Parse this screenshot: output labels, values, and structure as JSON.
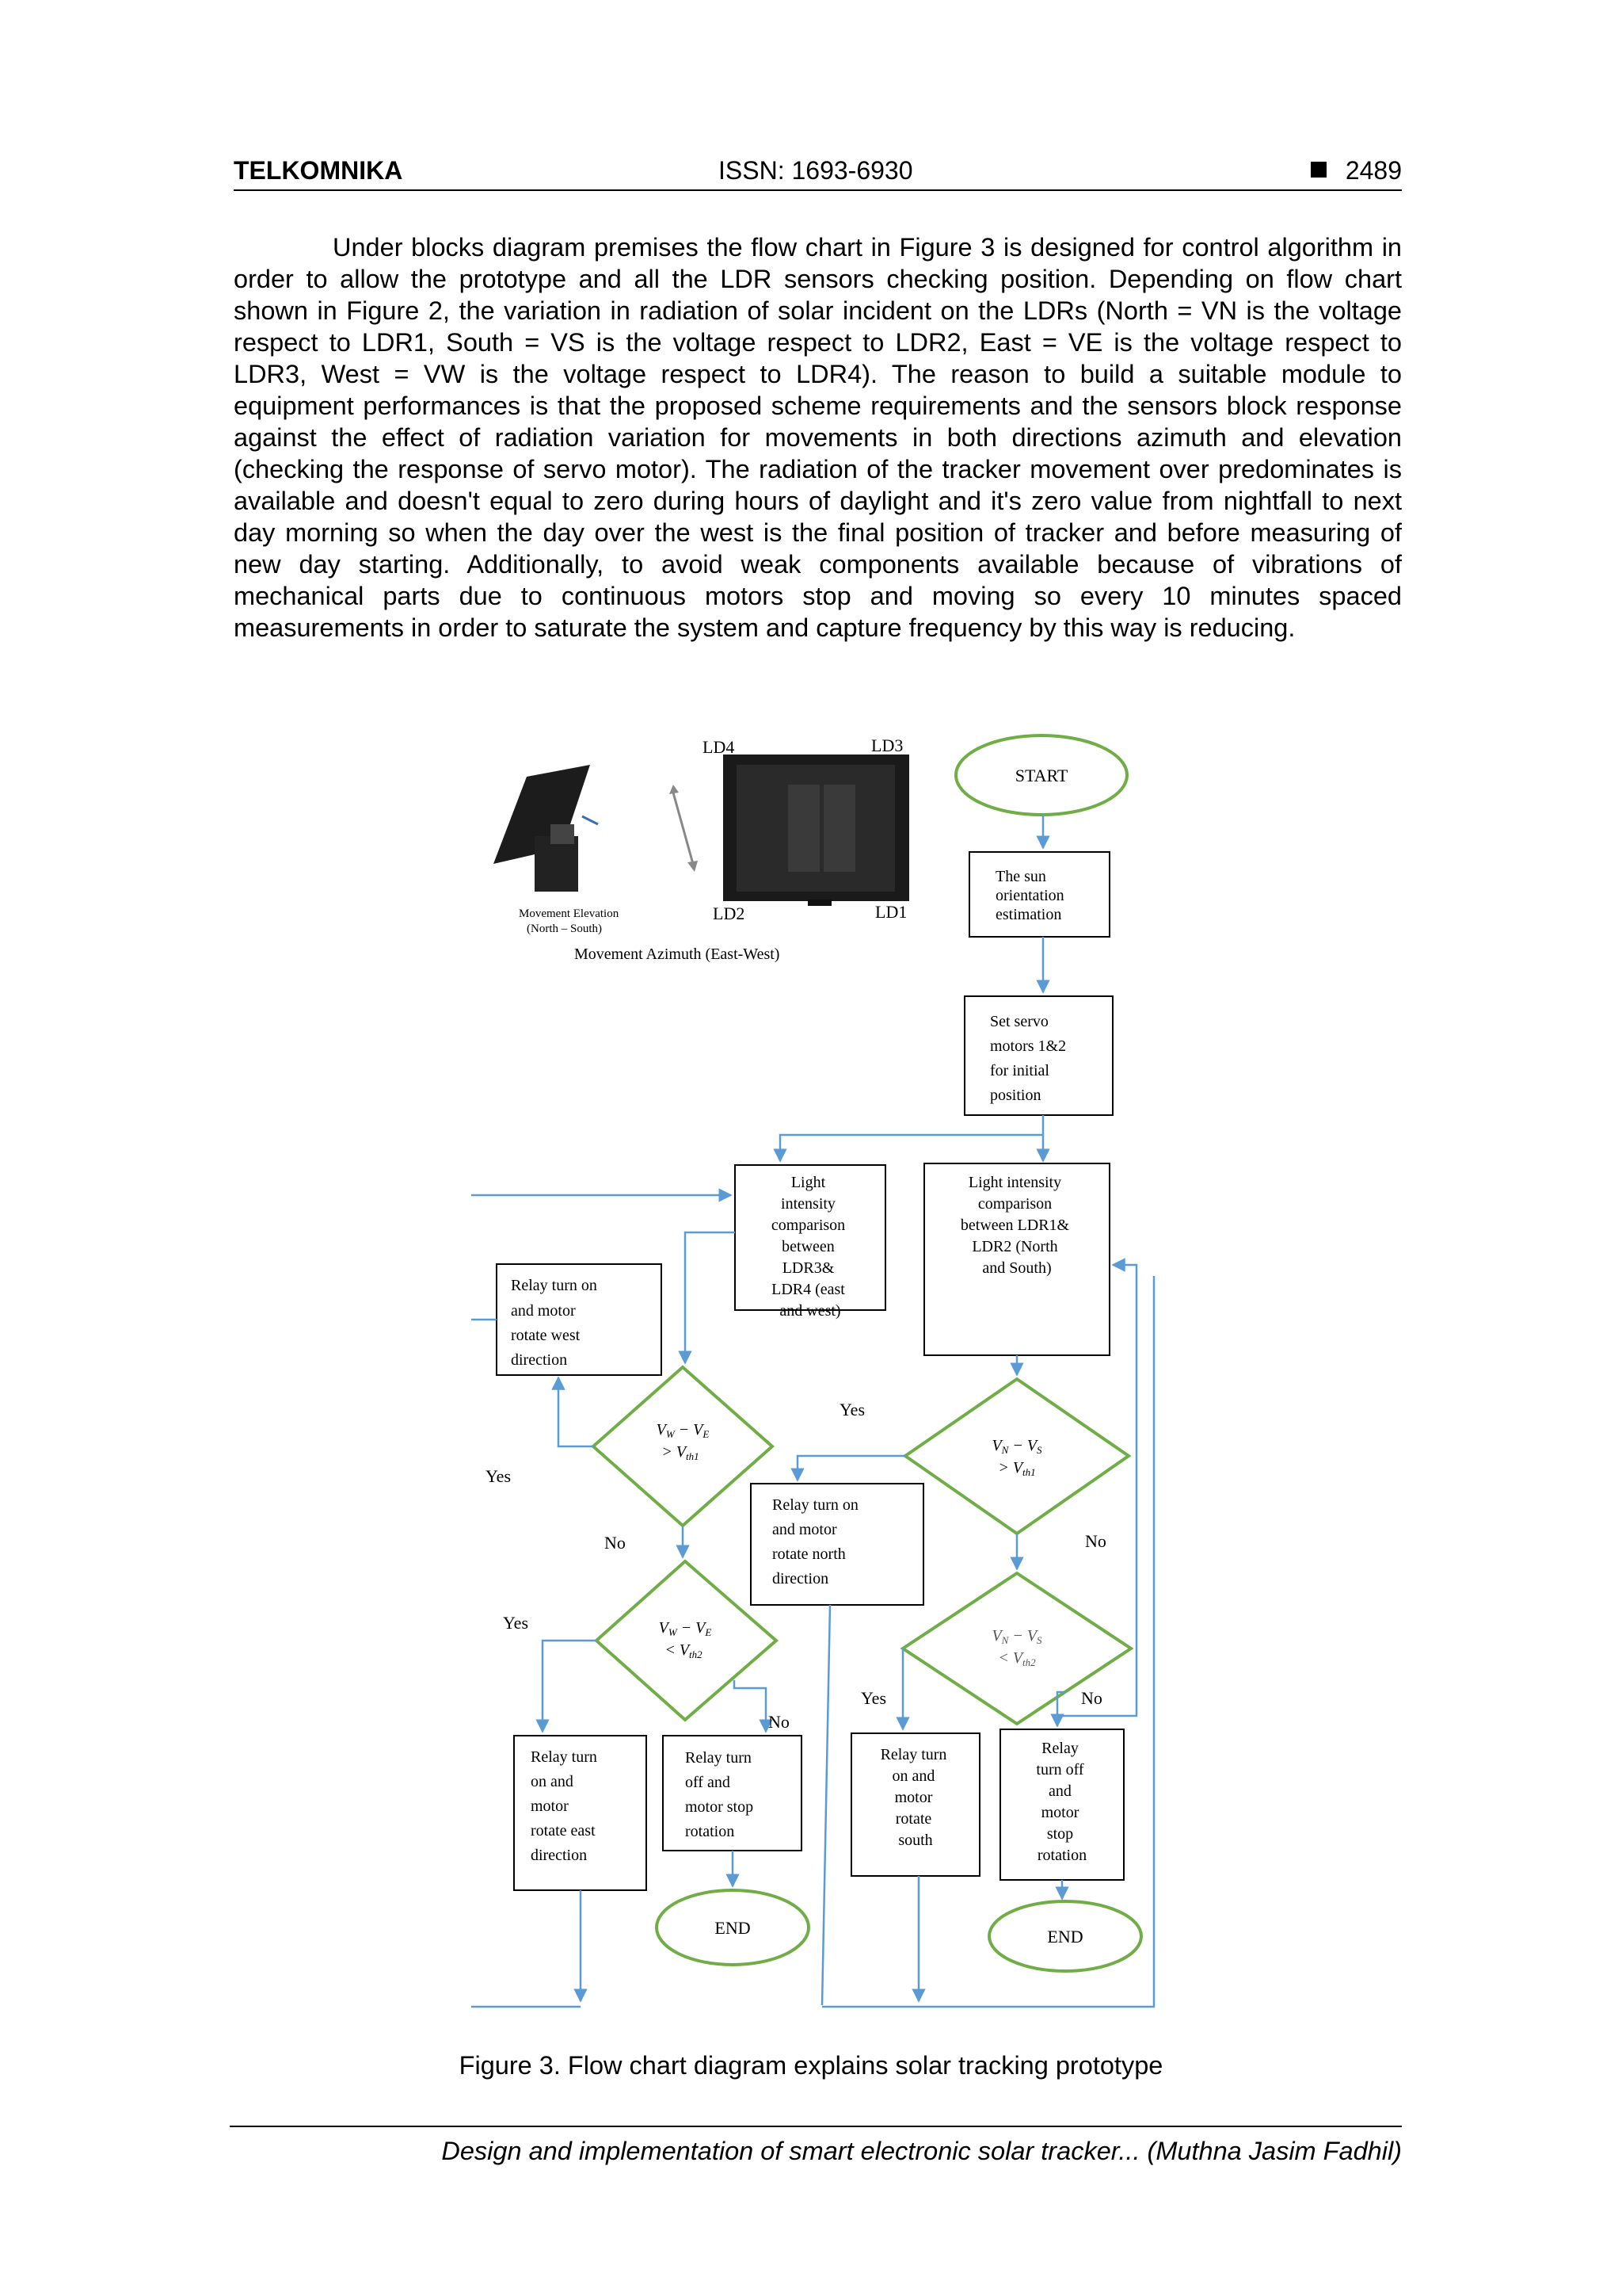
{
  "header": {
    "journal": "TELKOMNIKA",
    "issn": "ISSN: 1693-6930",
    "page_number": "2489"
  },
  "body_paragraph": "Under blocks diagram premises the flow chart in Figure 3 is designed for control algorithm in order to allow the prototype and all the LDR sensors checking position. Depending on flow chart shown in Figure 2, the variation in radiation of solar incident on the LDRs (North = VN is the voltage respect to LDR1, South = VS is the voltage respect to LDR2, East = VE is the voltage respect to LDR3, West = VW is the voltage respect to LDR4). The reason to build a suitable module to equipment performances is that the proposed scheme requirements and the sensors block response against the effect of radiation variation for movements in both directions azimuth and elevation (checking the response of servo motor). The radiation of the tracker movement over predominates is available and doesn't equal to zero during hours of daylight and it's zero value from nightfall to next day morning so when the day over the west is the final position of tracker and before measuring of new day starting. Additionally, to avoid weak components available because of vibrations of mechanical parts due to continuous motors stop and moving so every 10 minutes spaced measurements in order to saturate the system and capture frequency by this way is reducing.",
  "figure": {
    "photo_labels": {
      "ld4": "LD4",
      "ld3": "LD3",
      "ld2": "LD2",
      "ld1": "LD1",
      "elevation_1": "Movement Elevation",
      "elevation_2": "(North – South)",
      "azimuth": "Movement Azimuth (East-West)"
    },
    "flow": {
      "start": "START",
      "sun_estimation": [
        "The sun",
        "orientation",
        "estimation"
      ],
      "set_servo": [
        "Set servo",
        "motors 1&2",
        "for initial",
        "position"
      ],
      "compare_ew": [
        "Light",
        "intensity",
        "comparison",
        "between",
        "LDR3&",
        "LDR4 (east",
        "and west)"
      ],
      "compare_ns": [
        "Light intensity",
        "comparison",
        "between LDR1&",
        "LDR2 (North",
        "and South)"
      ],
      "relay_west": [
        "Relay turn on",
        "and motor",
        "rotate west",
        "direction"
      ],
      "relay_north": [
        "Relay turn on",
        "and motor",
        "rotate north",
        "direction"
      ],
      "relay_east": [
        "Relay turn",
        "on and",
        "motor",
        "rotate east",
        "direction"
      ],
      "relay_off_left": [
        "Relay turn",
        "off and",
        "motor stop",
        "rotation"
      ],
      "relay_south": [
        "Relay turn",
        "on and",
        "motor",
        "rotate",
        "south"
      ],
      "relay_off_right": [
        "Relay",
        "turn off",
        "and",
        "motor",
        "stop",
        "rotation"
      ],
      "end": "END",
      "yes": "Yes",
      "no": "No",
      "dec_ew_1": [
        "V",
        "W",
        " − V",
        "E"
      ],
      "dec_ew_1_cond": [
        "> V",
        "th1"
      ],
      "dec_ew_2_cond": [
        "< V",
        "th2"
      ],
      "dec_ns_1": [
        "V",
        "N",
        " − V",
        "S"
      ],
      "dec_ns_1_cond": [
        "> V",
        "th1"
      ],
      "dec_ns_2_cond": [
        "< V",
        "th2"
      ]
    }
  },
  "caption": "Figure 3. Flow chart diagram explains solar tracking prototype",
  "footer": "Design and implementation of smart electronic solar tracker... (Muthna Jasim Fadhil)",
  "colors": {
    "arrow": "#5b9bd5",
    "decision": "#70ad47",
    "box_border": "#000000"
  }
}
